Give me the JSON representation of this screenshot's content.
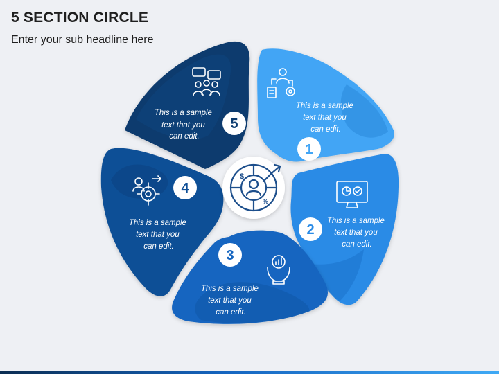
{
  "header": {
    "title": "5 SECTION CIRCLE",
    "subtitle": "Enter your sub headline here"
  },
  "segments": [
    {
      "number": "1",
      "lines": [
        "This is a sample",
        "text that you",
        "can edit."
      ],
      "color": "#42a5f5",
      "icon": "user-gear-icon"
    },
    {
      "number": "2",
      "lines": [
        "This is a sample",
        "text that you",
        "can edit."
      ],
      "color": "#2a8be6",
      "icon": "monitor-analytics-icon"
    },
    {
      "number": "3",
      "lines": [
        "This is a sample",
        "text that you",
        "can edit."
      ],
      "color": "#1565c0",
      "icon": "hand-growth-chart-icon"
    },
    {
      "number": "4",
      "lines": [
        "This is a sample",
        "text that you",
        "can edit."
      ],
      "color": "#0f4f96",
      "icon": "team-target-icon"
    },
    {
      "number": "5",
      "lines": [
        "This is a sample",
        "text that you",
        "can edit."
      ],
      "color": "#0b3a6e",
      "icon": "group-chat-icon"
    }
  ],
  "center": {
    "icon": "finance-growth-icon"
  },
  "colors": {
    "background": "#eef0f4",
    "badge_text": "#0b3a6e",
    "center_stroke": "#1d4f8c"
  }
}
